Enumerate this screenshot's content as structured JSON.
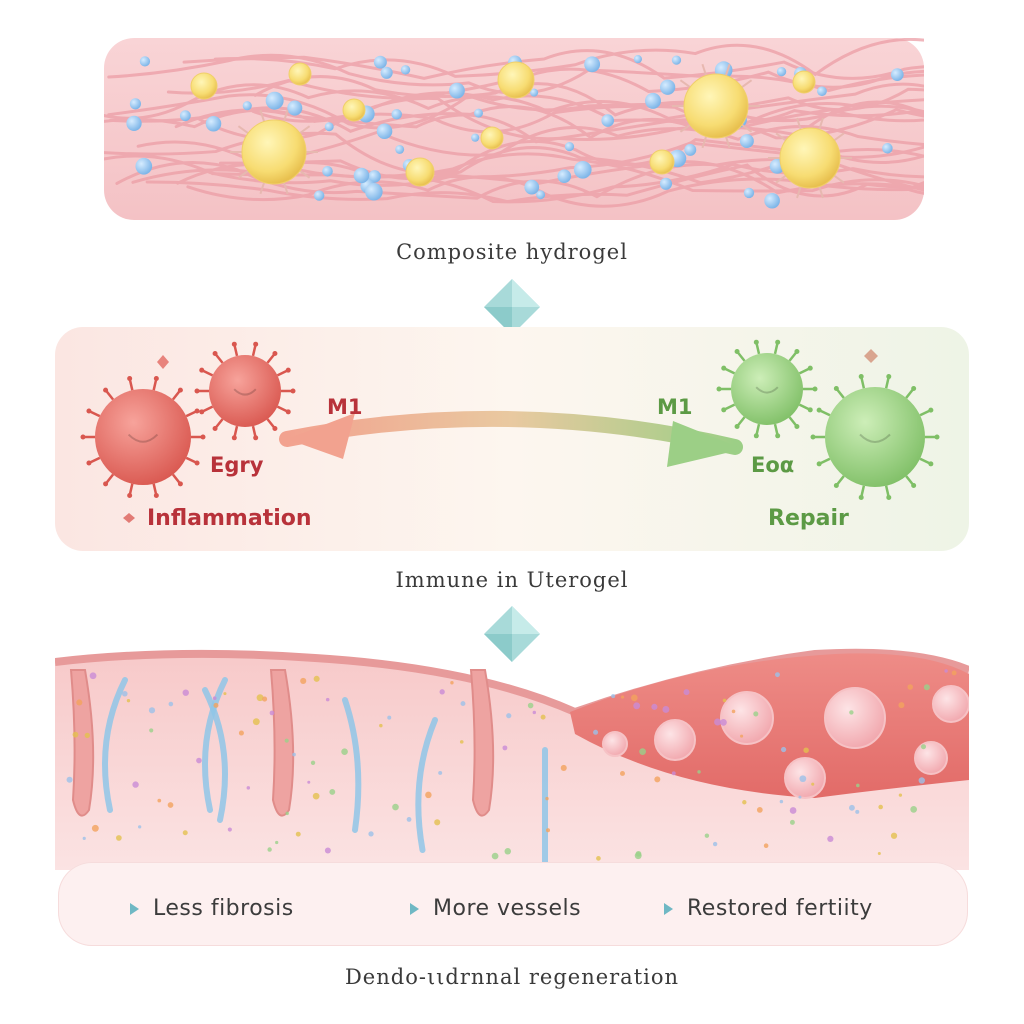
{
  "hydrogel": {
    "caption": "Composite hydrogel"
  },
  "immune": {
    "caption": "Immune in Uterogel",
    "left_cell_label": "M1",
    "left_cell_sub": "Egry",
    "left_outcome": "Inflammation",
    "right_cell_label": "M1",
    "right_cell_sub": "Eoα",
    "right_outcome": "Repair",
    "colors": {
      "inflammation": "#c0393b",
      "repair": "#6aa84f"
    }
  },
  "tissue": {
    "bullets": [
      "Less fibrosis",
      "More vessels",
      "Restored fertiity"
    ],
    "caption": "Dendo-ιιdrnnal regeneration"
  },
  "icons": [
    "diamond-arrow-icon",
    "bullet-triangle-icon"
  ]
}
